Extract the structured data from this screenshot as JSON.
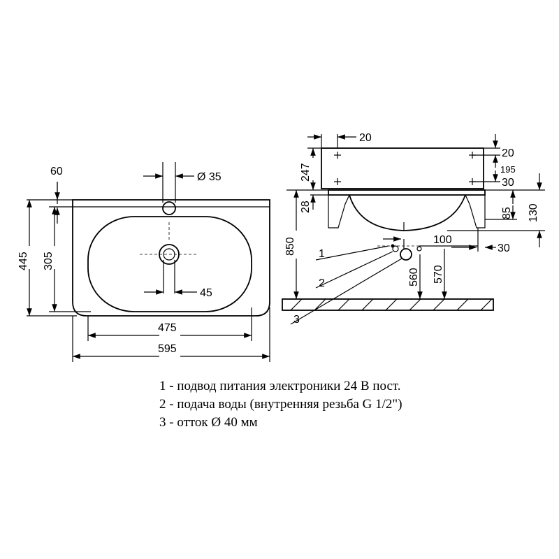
{
  "top_view": {
    "dims": {
      "d60": "60",
      "d35": "Ø 35",
      "d445": "445",
      "d305": "305",
      "d45": "45",
      "d475": "475",
      "d595": "595"
    }
  },
  "side_view": {
    "dims": {
      "d20_top": "20",
      "d20_right": "20",
      "d247": "247",
      "d195": "195",
      "d30_right": "30",
      "d28": "28",
      "d85": "85",
      "d130": "130",
      "d850": "850",
      "d100": "100",
      "d30_low": "30",
      "d560": "560",
      "d570": "570"
    },
    "callouts": [
      "1",
      "2",
      "3"
    ]
  },
  "legend": [
    "1 - подвод питания электроники 24 В пост.",
    "2 - подача воды (внутренняя резьба G 1/2\")",
    "3 - отток Ø 40 мм"
  ]
}
